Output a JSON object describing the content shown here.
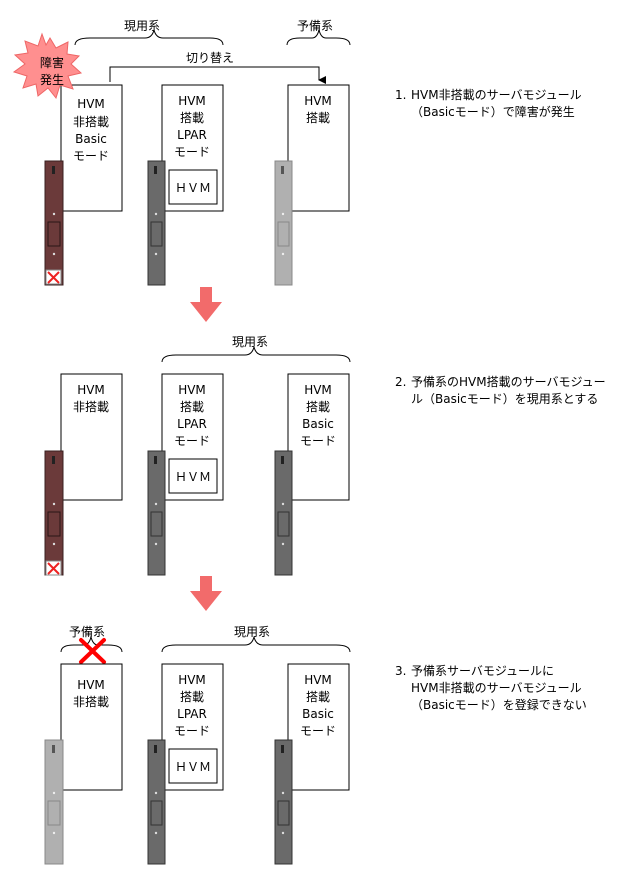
{
  "colors": {
    "failed_module": "#6b3a3a",
    "active_module": "#6a6a6a",
    "standby_module": "#b0b0b0",
    "down_arrow": "#f26b6b",
    "burst": "#ff8f8f",
    "x_mark": "#ff0000"
  },
  "labels": {
    "active_group": "現用系",
    "standby_group": "予備系",
    "switchover": "切り替え",
    "failure_line1": "障害",
    "failure_line2": "発生",
    "hvm": "HVM",
    "hvm_inner": "ＨＶＭ",
    "no_hvm": "非搭載",
    "with_hvm": "搭載",
    "lpar": "LPAR",
    "mode": "モード",
    "basic": "Basic"
  },
  "steps": [
    {
      "number": "1.",
      "lines": [
        "HVM非搭載のサーバモジュール",
        "（Basicモード）で障害が発生"
      ]
    },
    {
      "number": "2.",
      "lines": [
        "予備系のHVM搭載のサーバモジュー",
        "ル（Basicモード）を現用系とする"
      ]
    },
    {
      "number": "3.",
      "lines": [
        "予備系サーバモジュールに",
        "HVM非搭載のサーバモジュール",
        "（Basicモード）を登録できない"
      ]
    }
  ]
}
